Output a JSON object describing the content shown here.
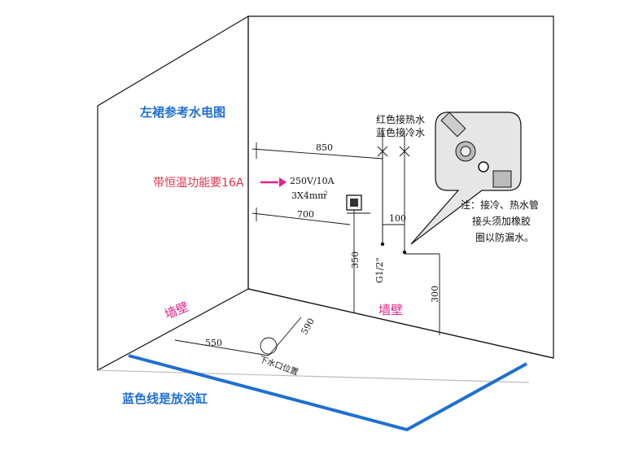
{
  "title": "左裙参考水电图",
  "thermostat_note": "带恒温功能要16A",
  "hot_cold_label_1": "红色接热水",
  "hot_cold_label_2": "蓝色接冷水",
  "dimensions": {
    "d850": "850",
    "d700": "700",
    "d100": "100",
    "d350": "350",
    "d300": "300",
    "d550": "550",
    "d590": "590"
  },
  "socket_spec_1": "250V/10A",
  "socket_spec_2": "3X4mm",
  "socket_spec_sup": "2",
  "pipe_thread": "G1/2\"",
  "wall_label_left": "墙壁",
  "wall_label_right": "墙壁",
  "drain_label": "下水口位置",
  "note_lines": [
    "注：接冷、热水管",
    "接头须加橡胶",
    "圈以防漏水。"
  ],
  "bathtub_note": "蓝色线是放浴缸",
  "colors": {
    "annotation_blue": "#1f6fd1",
    "thermostat_red": "#e0334a",
    "wall_pink": "#e8208a",
    "tub_outline_blue": "#1f6fd1"
  }
}
